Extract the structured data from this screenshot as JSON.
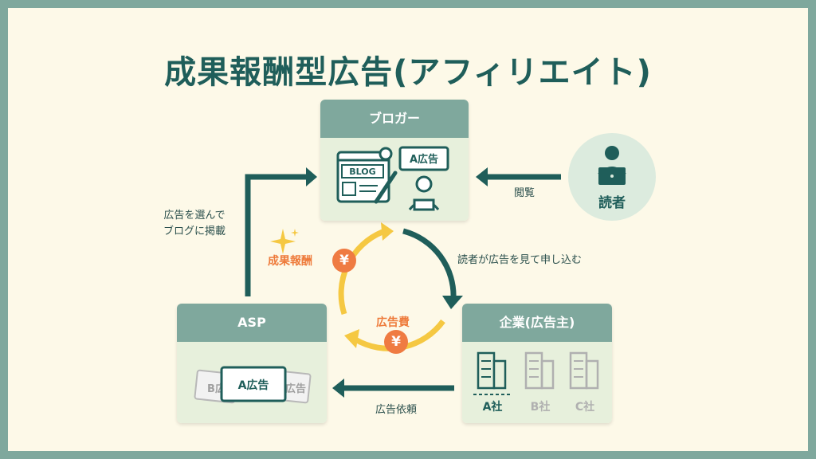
{
  "title": "成果報酬型広告(アフィリエイト)",
  "blogger": {
    "header": "ブロガー",
    "blog_logo": "BLOG",
    "ad_tag": "A広告"
  },
  "reader": {
    "label": "読者"
  },
  "asp": {
    "header": "ASP",
    "card_left": "B広",
    "card_center": "A広告",
    "card_right": "広告"
  },
  "company": {
    "header": "企業(広告主)",
    "a": "A社",
    "b": "B社",
    "c": "C社"
  },
  "flows": {
    "browse": "閲覧",
    "select_line1": "広告を選んで",
    "select_line2": "ブログに掲載",
    "apply": "読者が広告を見て申し込む",
    "request": "広告依頼",
    "reward": "成果報酬",
    "fee": "広告費",
    "yen": "¥"
  },
  "colors": {
    "frame": "#7fa89d",
    "background": "#fdf9e8",
    "dark_teal": "#1f5e5a",
    "yellow": "#f5c842",
    "orange": "#ef7b42",
    "light_green": "#e7f0dc"
  }
}
